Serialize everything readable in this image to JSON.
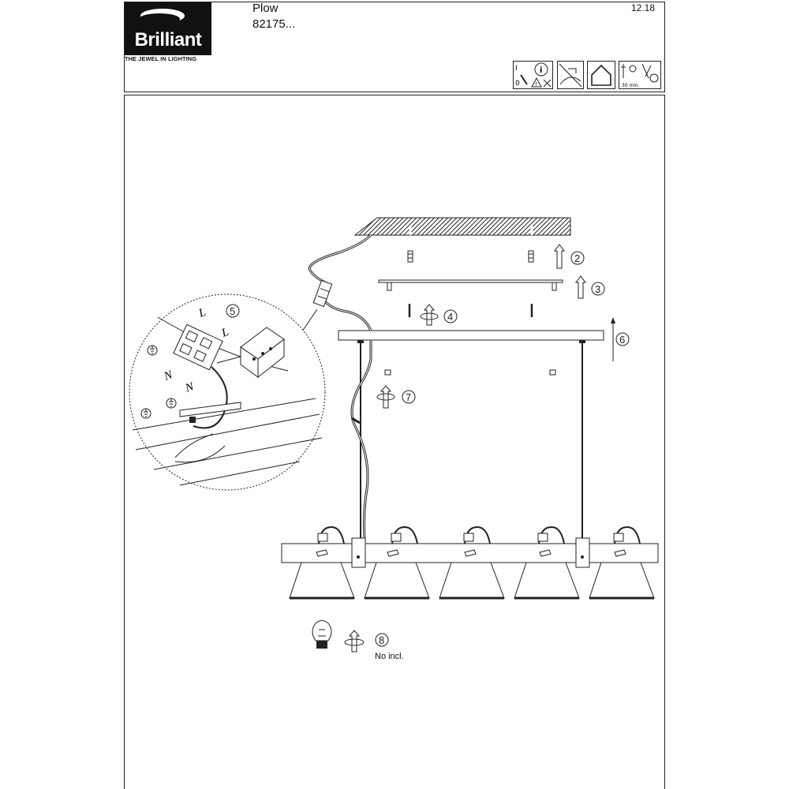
{
  "brand": {
    "name": "Brilliant",
    "tagline": "THE JEWEL IN LIGHTING"
  },
  "product": {
    "name": "Plow",
    "code": "82175..."
  },
  "date": "12.18",
  "header_icons": [
    "switch-off-icon",
    "warning-info-icon",
    "no-wet-area-icon",
    "indoor-house-icon",
    "tools-time-icon"
  ],
  "tools_time_label": "30 min.",
  "steps": {
    "step2": "2",
    "step3": "3",
    "step4": "4",
    "step5": "5",
    "step6": "6",
    "step7": "7",
    "step8": "8"
  },
  "wiring": {
    "live1": "L",
    "live2": "L",
    "neutral1": "N",
    "neutral2": "N"
  },
  "bulb_note": "No incl."
}
